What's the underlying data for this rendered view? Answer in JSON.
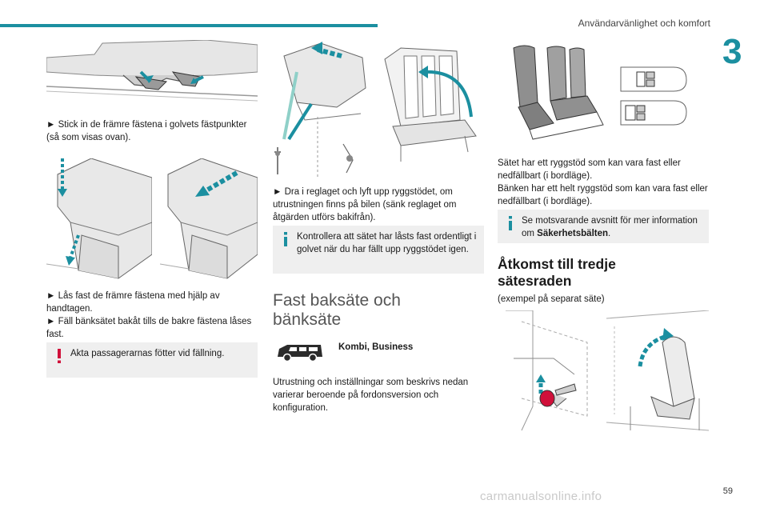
{
  "header": {
    "section_title": "Användarvänlighet och komfort",
    "chapter_number": "3",
    "page_number": "59"
  },
  "watermark": "carmanualsonline.info",
  "colors": {
    "accent": "#1b8fa0",
    "warning": "#d0103a",
    "note_bg": "#efefef"
  },
  "icons": {
    "info": "info-icon",
    "warning": "warning-icon",
    "van": "van-icon"
  },
  "col1": {
    "step1": "► Stick in de främre fästena i golvets fästpunkter (så som visas ovan).",
    "step2": "► Lås fast de främre fästena med hjälp av handtagen.",
    "step3": "► Fäll bänksätet bakåt tills de bakre fästena låses fast.",
    "warning": "Akta passagerarnas fötter vid fällning."
  },
  "col2": {
    "step": "► Dra i reglaget och lyft upp ryggstödet, om utrustningen finns på bilen (sänk reglaget om åtgärden utförs bakifrån).",
    "info": "Kontrollera att sätet har låsts fast ordentligt i golvet när du har fällt upp ryggstödet igen.",
    "heading": "Fast baksäte och bänksäte",
    "versions": "Kombi, Business",
    "body": "Utrustning och inställningar som beskrivs nedan varierar beroende på fordonsversion och konfiguration."
  },
  "col3": {
    "p1": "Sätet har ett ryggstöd som kan vara fast eller nedfällbart (i bordläge).",
    "p2": "Bänken har ett helt ryggstöd som kan vara fast eller nedfällbart (i bordläge).",
    "info_prefix": "Se motsvarande avsnitt för mer information om ",
    "info_link": "Säkerhetsbälten",
    "info_suffix": ".",
    "heading": "Åtkomst till tredje sätesraden",
    "example": "(exempel på separat säte)"
  }
}
